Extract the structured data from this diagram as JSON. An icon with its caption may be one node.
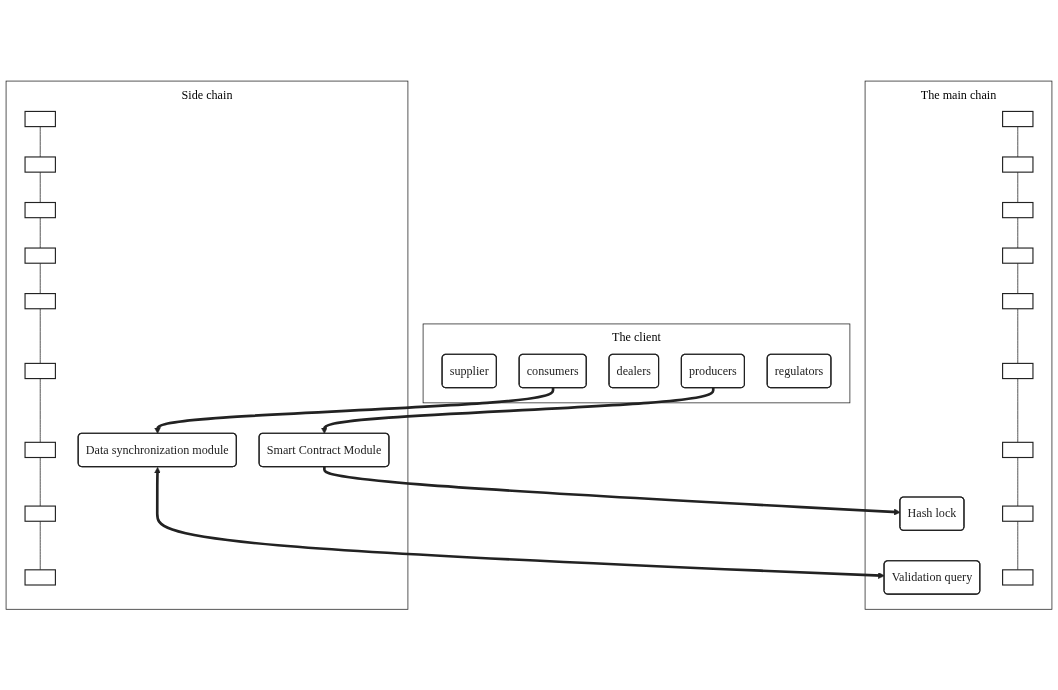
{
  "diagram": {
    "nodes": [
      {
        "text": [
          "The client"
        ]
      },
      {
        "text": [
          "supplier"
        ],
        "in": 0
      },
      {
        "text": [
          "producers"
        ],
        "in": 0
      },
      {
        "text": [
          "dealers"
        ],
        "in": 0
      },
      {
        "text": [
          "consumers"
        ],
        "in": 0
      },
      {
        "text": [
          "regulators"
        ],
        "in": 0
      },
      {
        "text": [
          "Side chain"
        ]
      },
      {
        "text": [
          "Smart Contract Module"
        ],
        "in": 6
      },
      {
        "text": [
          "Data synchronization module"
        ],
        "in": 6
      },
      {
        "text": [],
        "shape": "box",
        "in": 6
      },
      {
        "text": [],
        "shape": "box",
        "in": 6
      },
      {
        "text": [],
        "shape": "box",
        "in": 6
      },
      {
        "text": [],
        "shape": "box",
        "in": 6
      },
      {
        "text": [],
        "shape": "box",
        "in": 6
      },
      {
        "text": [],
        "shape": "box",
        "in": 6
      },
      {
        "text": [],
        "shape": "box",
        "in": 6
      },
      {
        "text": [],
        "shape": "box",
        "in": 6
      },
      {
        "text": [],
        "shape": "box",
        "in": 6
      },
      {
        "text": [
          "The main chain"
        ]
      },
      {
        "text": [
          "Hash lock"
        ],
        "in": 18
      },
      {
        "text": [
          "Validation query"
        ],
        "in": 18
      },
      {
        "text": [],
        "shape": "box",
        "in": 18
      },
      {
        "text": [],
        "shape": "box",
        "in": 18
      },
      {
        "text": [],
        "shape": "box",
        "in": 18
      },
      {
        "text": [],
        "shape": "box",
        "in": 18
      },
      {
        "text": [],
        "shape": "box",
        "in": 18
      },
      {
        "text": [],
        "shape": "box",
        "in": 18
      },
      {
        "text": [],
        "shape": "box",
        "in": 18
      },
      {
        "text": [],
        "shape": "box",
        "in": 18
      },
      {
        "text": [],
        "shape": "box",
        "in": 18
      }
    ],
    "edges": [
      {
        "from": 2,
        "to": 7,
        "arrow": "to",
        "style": "thick"
      },
      {
        "from": 4,
        "to": 8,
        "arrow": "to",
        "style": "thick"
      },
      {
        "from": 7,
        "to": 19,
        "arrow": "to",
        "style": "thick"
      },
      {
        "from": 8,
        "to": 20,
        "arrow": "both",
        "style": "thick"
      },
      {
        "from": 9,
        "to": 10,
        "arrow": "none"
      },
      {
        "from": 10,
        "to": 11,
        "arrow": "none"
      },
      {
        "from": 11,
        "to": 12,
        "arrow": "none"
      },
      {
        "from": 12,
        "to": 13,
        "arrow": "none"
      },
      {
        "from": 13,
        "to": 14,
        "arrow": "none"
      },
      {
        "from": 14,
        "to": 15,
        "arrow": "none"
      },
      {
        "from": 15,
        "to": 16,
        "arrow": "none"
      },
      {
        "from": 16,
        "to": 17,
        "arrow": "none"
      },
      {
        "from": 21,
        "to": 22,
        "arrow": "none"
      },
      {
        "from": 22,
        "to": 23,
        "arrow": "none"
      },
      {
        "from": 23,
        "to": 24,
        "arrow": "none"
      },
      {
        "from": 24,
        "to": 25,
        "arrow": "none"
      },
      {
        "from": 25,
        "to": 26,
        "arrow": "none"
      },
      {
        "from": 26,
        "to": 27,
        "arrow": "none"
      },
      {
        "from": 27,
        "to": 28,
        "arrow": "none"
      },
      {
        "from": 28,
        "to": 29,
        "arrow": "none"
      }
    ]
  }
}
